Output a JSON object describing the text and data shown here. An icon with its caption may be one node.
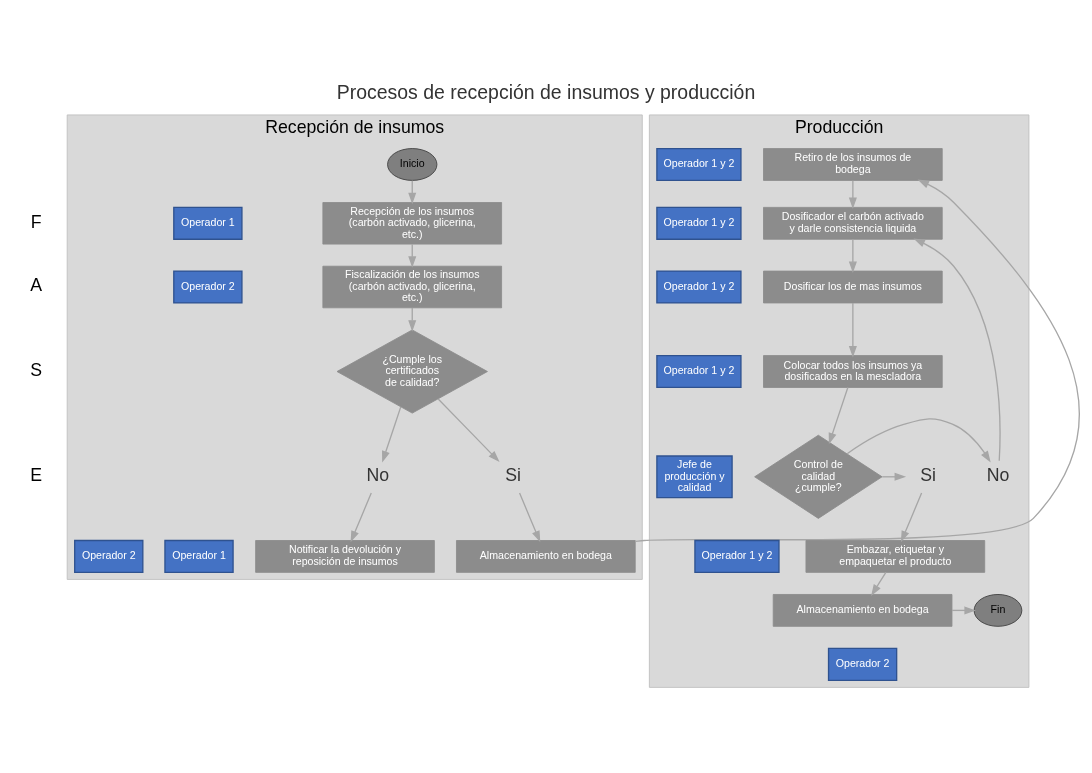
{
  "diagram": {
    "title": "Procesos de recepción de insumos y producción",
    "nodes": [
      {
        "text": [
          "Recepción de insumos"
        ]
      },
      {
        "text": [
          "Producción"
        ]
      },
      {
        "text": [
          "Inicio"
        ],
        "in": 0
      },
      {
        "text": [
          "Recepción de los insumos (carbón activado, glicerina, etc.)"
        ],
        "in": 0
      },
      {
        "text": [
          "Operador 1"
        ],
        "in": 0
      },
      {
        "text": [
          "Fiscalización de los insumos (carbón activado, glicerina, etc.)"
        ],
        "in": 0
      },
      {
        "text": [
          "Operador 2"
        ],
        "in": 0
      },
      {
        "text": [
          "¿Cumple los certificados de calidad?"
        ],
        "in": 0
      },
      {
        "text": [
          "No"
        ],
        "in": 0
      },
      {
        "text": [
          "Si"
        ],
        "in": 0
      },
      {
        "text": [
          "Operador 1"
        ],
        "in": 0
      },
      {
        "text": [
          "Notificar la devolución y reposición de insumos"
        ],
        "in": 0
      },
      {
        "text": [
          "Almacenamiento en bodega"
        ],
        "in": 0
      },
      {
        "text": [
          "Operador 2"
        ],
        "in": 0
      },
      {
        "text": [
          "Retiro de los insumos de bodega"
        ],
        "in": 1
      },
      {
        "text": [
          "Operador 1 y 2"
        ],
        "in": 1
      },
      {
        "text": [
          "Dosificador el carbón activado y darle consistencia liquida"
        ],
        "in": 1
      },
      {
        "text": [
          "Operador 1 y 2"
        ],
        "in": 1
      },
      {
        "text": [
          "Dosificar los de mas insumos"
        ],
        "in": 1
      },
      {
        "text": [
          "Operador 1 y 2"
        ],
        "in": 1
      },
      {
        "text": [
          "Colocar todos los insumos ya dosificados en la mescladora"
        ],
        "in": 1
      },
      {
        "text": [
          "Operador 1 y 2"
        ],
        "in": 1
      },
      {
        "text": [
          "Jefe de producción y calidad"
        ],
        "in": 1
      },
      {
        "text": [
          "Control de calidad ¿cumple?"
        ],
        "in": 1
      },
      {
        "text": [
          "No"
        ],
        "in": 1
      },
      {
        "text": [
          "Si"
        ],
        "in": 1
      },
      {
        "text": [
          "Embazar, etiquetar y empaquetar el producto"
        ],
        "in": 1
      },
      {
        "text": [
          "Operador 1 y 2"
        ],
        "in": 1
      },
      {
        "text": [
          "Almacenamiento en bodega"
        ],
        "in": 1
      },
      {
        "text": [
          "Fin"
        ],
        "in": 1
      },
      {
        "text": [
          "Operador 2"
        ],
        "in": 1
      }
    ],
    "edges": [
      {
        "from": 2,
        "to": 3,
        "arrow": "to"
      },
      {
        "from": 3,
        "to": 5,
        "arrow": "to"
      },
      {
        "from": 5,
        "to": 7,
        "arrow": "to"
      },
      {
        "from": 7,
        "to": 8,
        "arrow": "to"
      },
      {
        "from": 7,
        "to": 9,
        "arrow": "to"
      },
      {
        "from": 8,
        "to": 11,
        "arrow": "to"
      },
      {
        "from": 9,
        "to": 12,
        "arrow": "to"
      },
      {
        "from": 12,
        "to": 14,
        "arrow": "to"
      },
      {
        "from": 14,
        "to": 16,
        "arrow": "to"
      },
      {
        "from": 16,
        "to": 18,
        "arrow": "to"
      },
      {
        "from": 18,
        "to": 20,
        "arrow": "to"
      },
      {
        "from": 20,
        "to": 23,
        "arrow": "to"
      },
      {
        "from": 23,
        "to": 24,
        "arrow": "to"
      },
      {
        "from": 24,
        "to": 16,
        "arrow": "to"
      },
      {
        "from": 23,
        "to": 25,
        "arrow": "to"
      },
      {
        "from": 25,
        "to": 26,
        "arrow": "to"
      },
      {
        "from": 26,
        "to": 28,
        "arrow": "to"
      },
      {
        "from": 28,
        "to": 29,
        "arrow": "to"
      }
    ],
    "labels": [
      "F",
      "A",
      "S",
      "E"
    ]
  }
}
